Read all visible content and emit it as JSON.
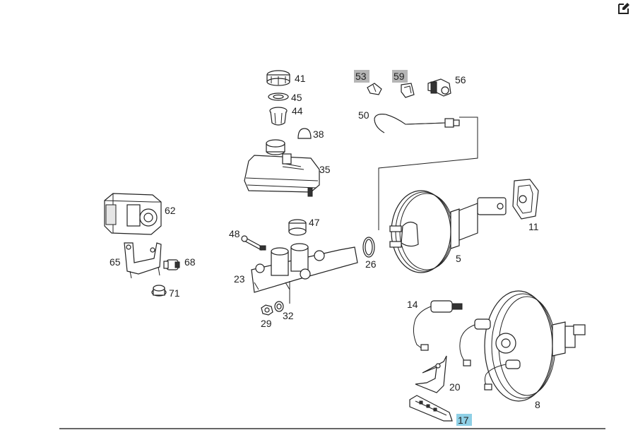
{
  "toolbar": {
    "edit_icon": "edit-icon"
  },
  "labels": {
    "p41": "41",
    "p45": "45",
    "p44": "44",
    "p38": "38",
    "p35": "35",
    "p53": "53",
    "p59": "59",
    "p56": "56",
    "p50": "50",
    "p62": "62",
    "p65": "65",
    "p68": "68",
    "p71": "71",
    "p47": "47",
    "p48": "48",
    "p23": "23",
    "p29": "29",
    "p32": "32",
    "p26": "26",
    "p5": "5",
    "p11": "11",
    "p14": "14",
    "p20": "20",
    "p17": "17",
    "p8": "8"
  },
  "highlights": {
    "grey": "#b5b5b5",
    "blue": "#8fd0e6"
  }
}
